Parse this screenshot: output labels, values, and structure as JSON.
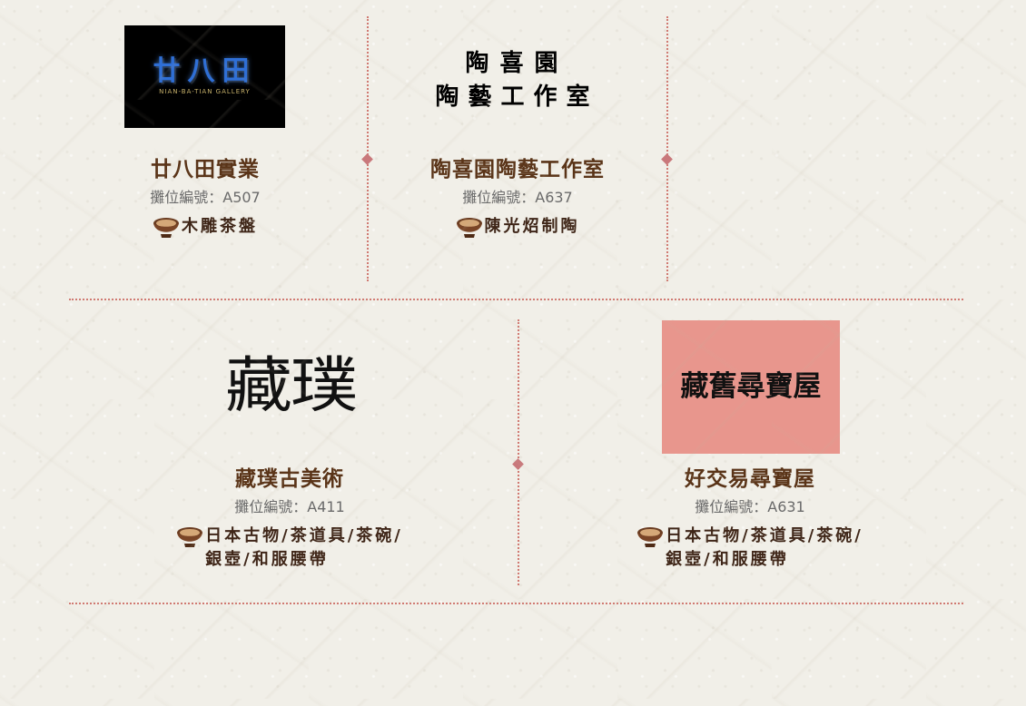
{
  "exhibitors": [
    {
      "logo": {
        "title": "廿八田",
        "subtitle": "NIAN-BA-TIAN GALLERY"
      },
      "name": "廿八田實業",
      "booth": "攤位編號：A507",
      "goods": "木雕茶盤"
    },
    {
      "logo": {
        "line1": "陶喜園",
        "line2": "陶藝工作室"
      },
      "name": "陶喜園陶藝工作室",
      "booth": "攤位編號：A637",
      "goods": "陳光炤制陶"
    },
    {
      "logo": {
        "text": "藏璞"
      },
      "name": "藏璞古美術",
      "booth": "攤位編號：A411",
      "goods": "日本古物/茶道具/茶碗/\n銀壺/和服腰帶"
    },
    {
      "logo": {
        "text": "藏舊尋寶屋"
      },
      "name": "好交易尋寶屋",
      "booth": "攤位編號：A631",
      "goods": "日本古物/茶道具/茶碗/\n銀壺/和服腰帶"
    }
  ],
  "icons": {
    "goods": "tea-bowl-icon"
  },
  "colors": {
    "background": "#f1efe8",
    "divider": "#d07a72",
    "title": "#5a3418",
    "booth_text": "#6a6a6a"
  }
}
